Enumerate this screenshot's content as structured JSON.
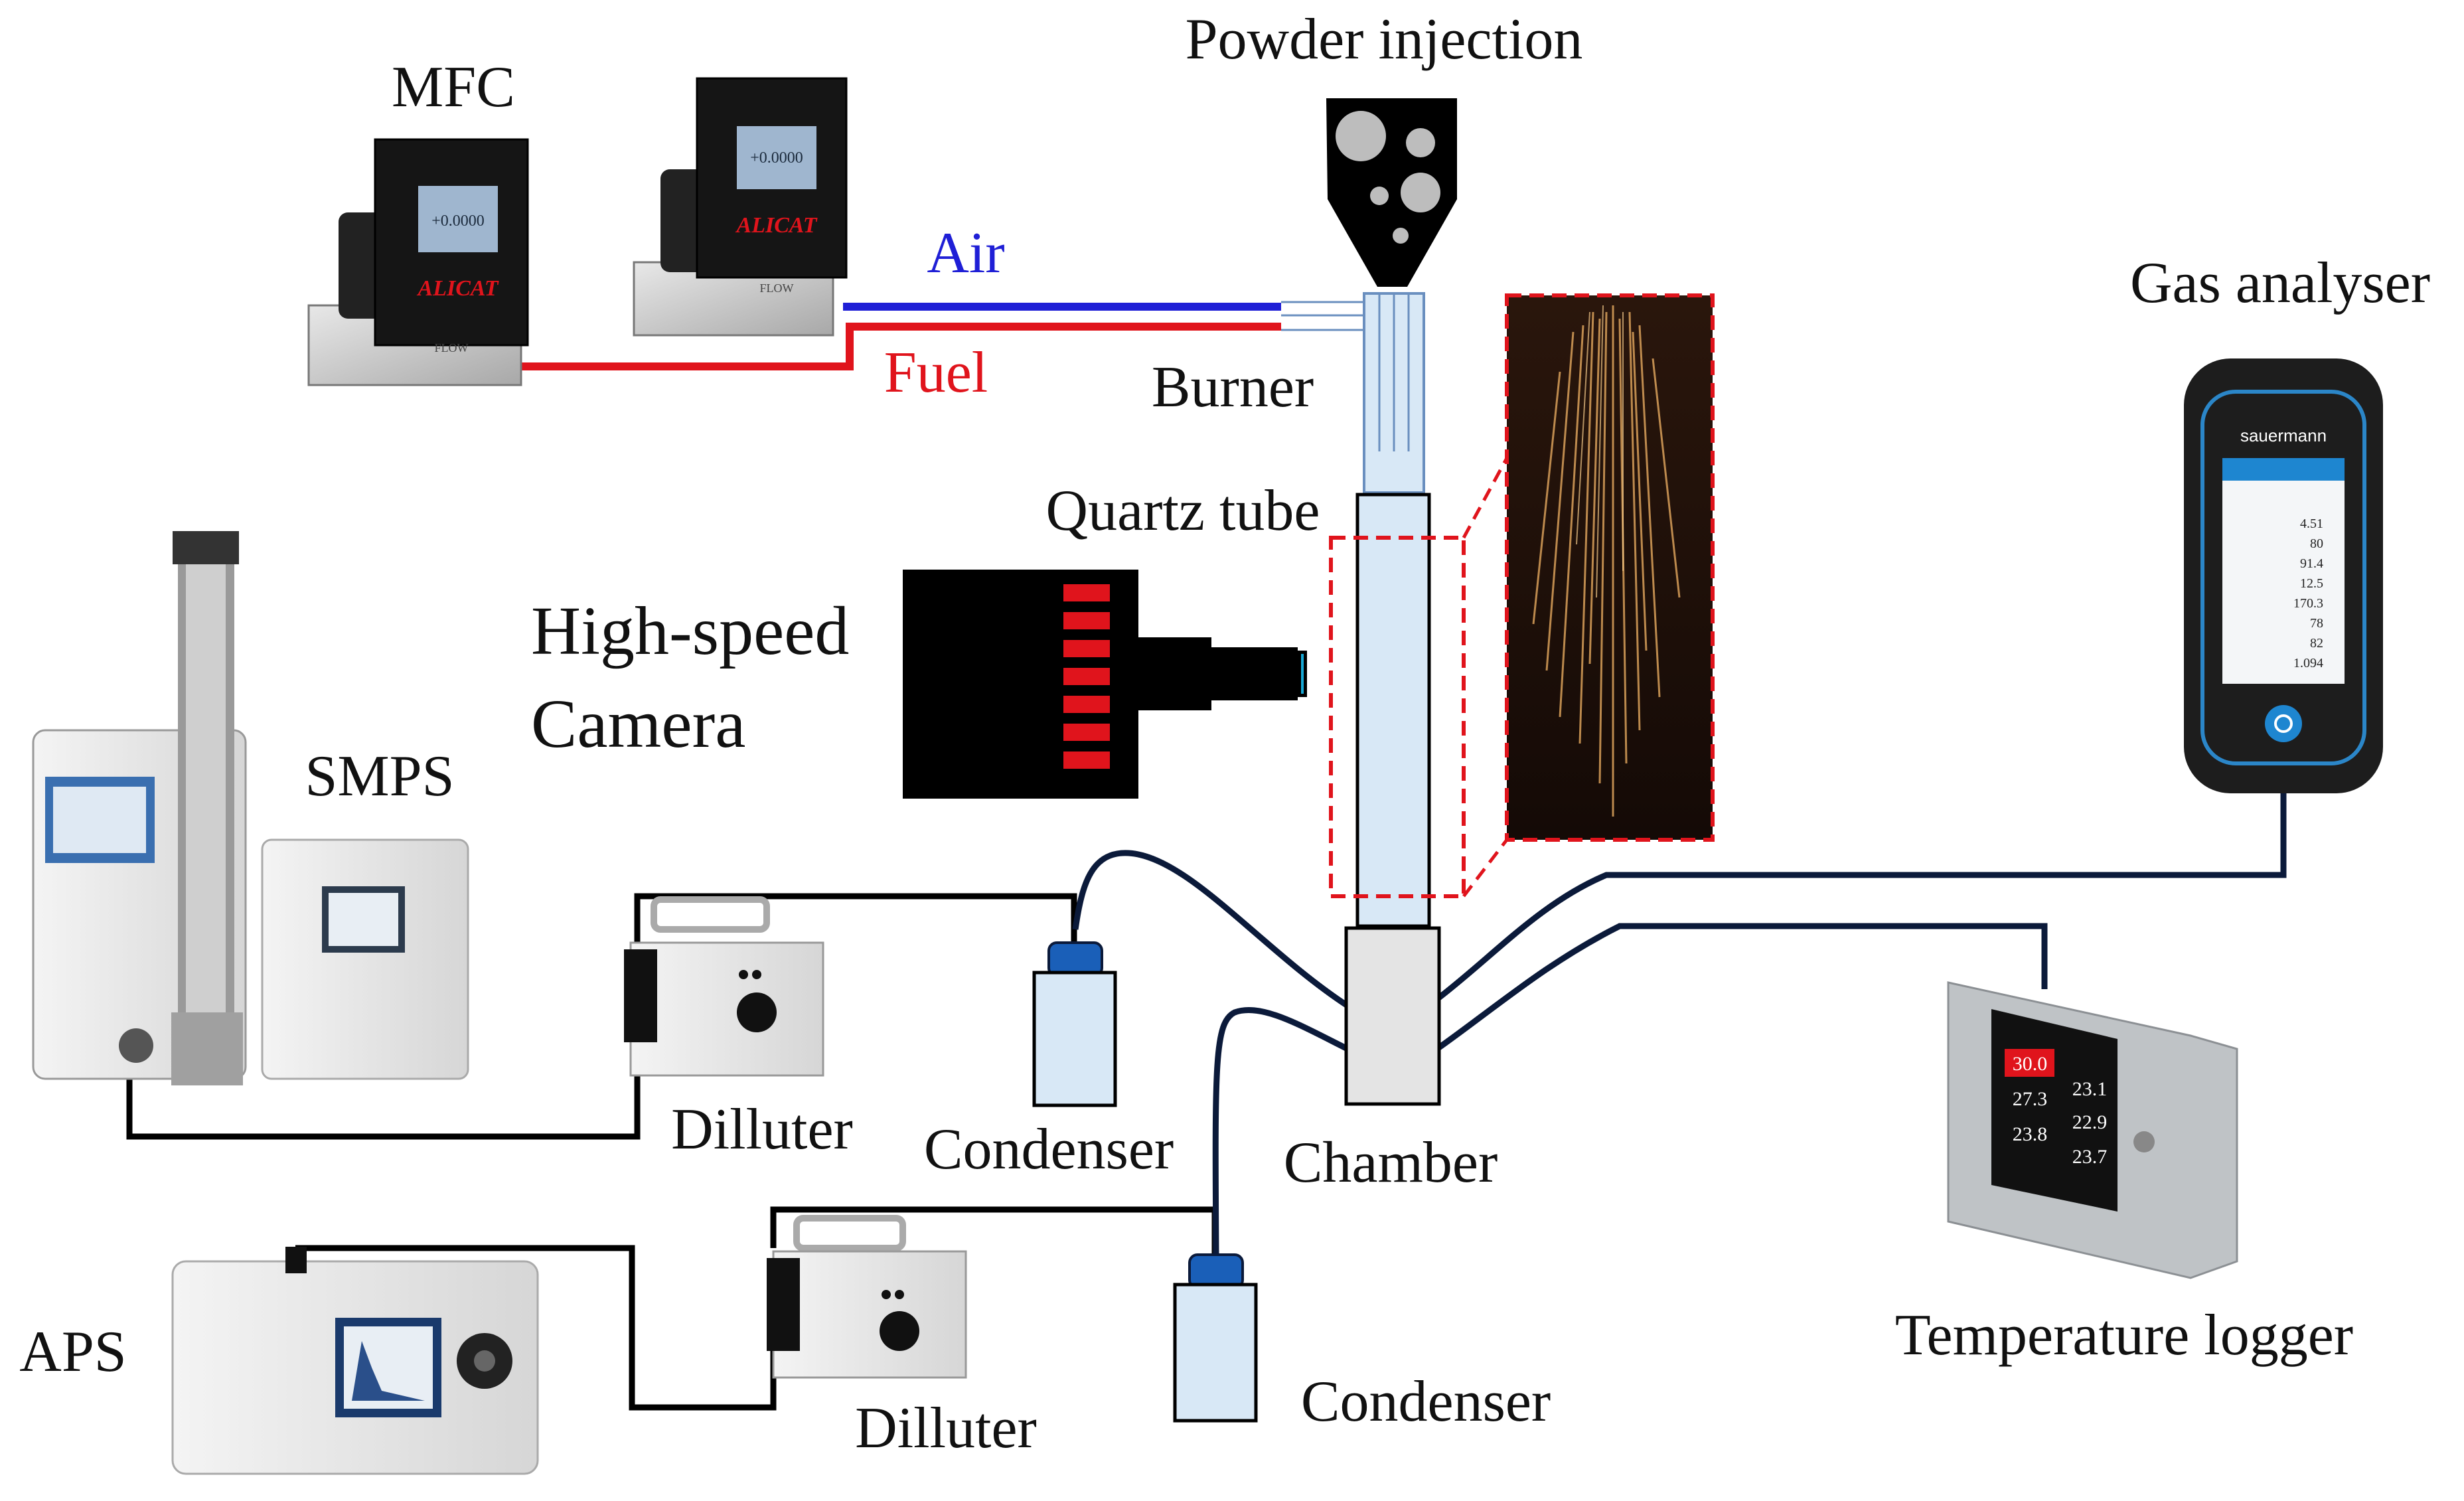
{
  "labels": {
    "mfc": "MFC",
    "powder_injection": "Powder injection",
    "air": "Air",
    "fuel": "Fuel",
    "burner": "Burner",
    "quartz_tube": "Quartz tube",
    "camera_line1": "High-speed",
    "camera_line2": "Camera",
    "gas_analyser": "Gas analyser",
    "smps": "SMPS",
    "dilluter_top": "Dilluter",
    "dilluter_bottom": "Dilluter",
    "condenser_top": "Condenser",
    "condenser_bottom": "Condenser",
    "chamber": "Chamber",
    "aps": "APS",
    "temperature_logger": "Temperature logger"
  },
  "devices": {
    "mfc_brand": "ALICAT",
    "mfc_flow_label": "FLOW",
    "mfc_readout": "+0.0000",
    "gas_analyser_brand": "sauermann",
    "gas_analyser_readings": [
      "4.51",
      "80",
      "91.4",
      "12.5",
      "170.3",
      "78",
      "82",
      "1.094"
    ],
    "temp_logger_readings": [
      "30.0",
      "23.1",
      "27.3",
      "22.9",
      "23.8",
      "23.7"
    ]
  },
  "colors": {
    "air_line": "#1f1fd6",
    "fuel_line": "#e0141c",
    "tube_fill": "#d8e8f6",
    "tube_stroke": "#6a8fbf",
    "zoom_box": "#e0141c",
    "flame": "#d9a05a",
    "camera_body": "#000000",
    "camera_leds": "#e0141c",
    "condenser_cap": "#1a5fb8"
  }
}
